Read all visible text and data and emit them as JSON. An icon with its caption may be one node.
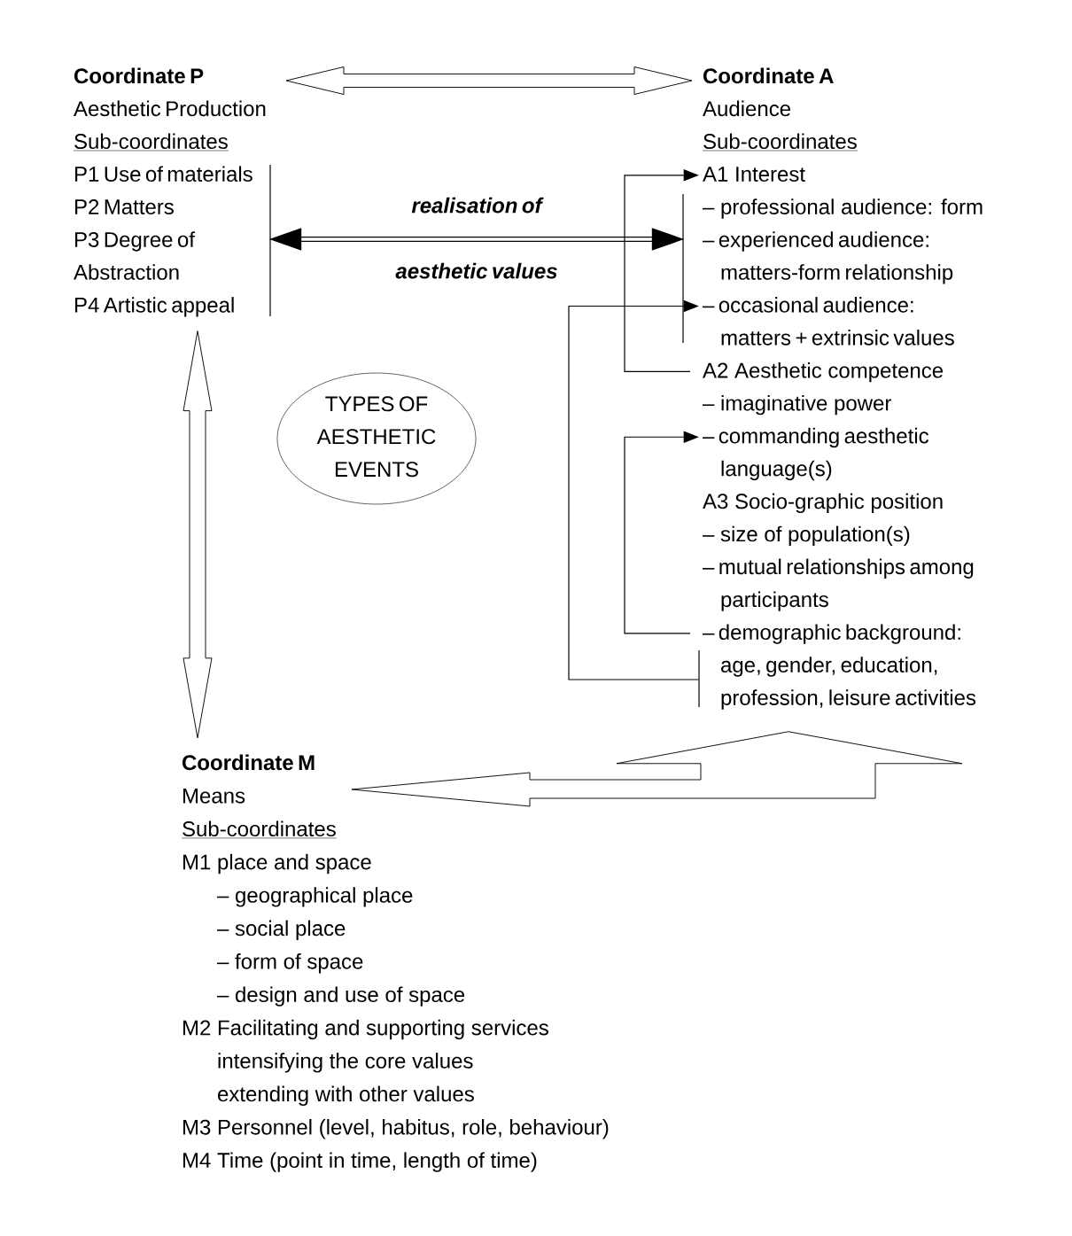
{
  "diagram": {
    "nodes": [
      {
        "text": [
          "Coordinate P",
          "Aesthetic Production",
          "Sub-coordinates"
        ]
      },
      {
        "text": [
          "P1 Use of materials",
          "P2 Matters",
          "P3 Degree of Abstraction",
          "P4 Artistic appeal"
        ]
      },
      {
        "text": [],
        "shape": "bar"
      },
      {
        "text": [
          "Coordinate A",
          "Audience",
          "Sub-coordinates"
        ]
      },
      {
        "text": [
          "A1 Interest"
        ]
      },
      {
        "text": [],
        "shape": "bar"
      },
      {
        "text": [
          "– occasional audience: matters + extrinsic values"
        ]
      },
      {
        "text": [
          "A2 Aesthetic competence"
        ]
      },
      {
        "text": [
          "– commanding aesthetic language(s)"
        ]
      },
      {
        "text": [
          "– demographic background: age, gender, education, profession, leisure activities"
        ]
      },
      {
        "text": [],
        "shape": "bar"
      },
      {
        "text": [
          "TYPES OF AESTHETIC EVENTS"
        ]
      },
      {
        "text": [
          "Coordinate M",
          "Means",
          "Sub-coordinates"
        ]
      }
    ],
    "edges": [
      {
        "from": 0,
        "to": 3,
        "arrow": "both",
        "style": "thick"
      },
      {
        "from": 2,
        "to": 5,
        "arrow": "both",
        "label": "realisation of aesthetic values"
      },
      {
        "from": 7,
        "to": 4,
        "arrow": "to"
      },
      {
        "from": 10,
        "to": 6,
        "arrow": "to"
      },
      {
        "from": 9,
        "to": 8,
        "arrow": "to"
      },
      {
        "from": 1,
        "to": 12,
        "arrow": "both",
        "style": "thick"
      },
      {
        "from": 12,
        "to": 9,
        "arrow": "both",
        "style": "thick"
      }
    ],
    "labels": [
      "– professional audience: form",
      "– experienced audience: matters-form relationship",
      "– imaginative power",
      "A3 Socio-graphic position",
      "– size of population(s)",
      "– mutual relationships among participants",
      "M1 place and space",
      "– geographical place",
      "– social place",
      "– form of space",
      "– design and use of space",
      "M2 Facilitating and supporting services",
      "intensifying the core values",
      "extending with other values",
      "M3 Personnel (level, habitus, role, behaviour)",
      "M4 Time (point in time, length of time)"
    ]
  }
}
